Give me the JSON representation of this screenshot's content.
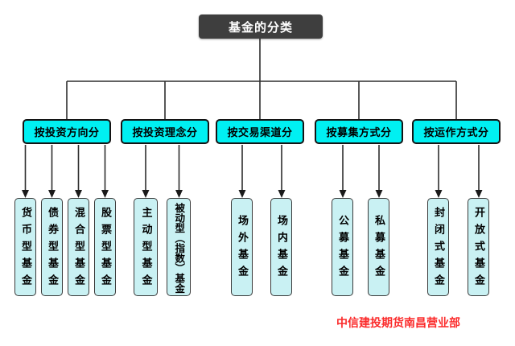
{
  "title": "基金的分类",
  "footer": "中信建投期货南昌营业部",
  "diagram_type": "tree",
  "colors": {
    "root_fill": "#3e3e3e",
    "root_text": "#ffffff",
    "category_fill": "#00f0f2",
    "leaf_fill": "#c9f1f3",
    "border": "#141414",
    "connector_line": "#2e2e2e",
    "watermark_red": "#fb2b2b",
    "background": "#ffffff"
  },
  "groups": [
    {
      "label": "按投资方向分",
      "children": [
        "货币型基金",
        "债券型基金",
        "混合型基金",
        "股票型基金"
      ]
    },
    {
      "label": "按投资理念分",
      "children": [
        "主动型基金",
        "被动型（指数）基金"
      ]
    },
    {
      "label": "按交易渠道分",
      "children": [
        "场外基金",
        "场内基金"
      ]
    },
    {
      "label": "按募集方式分",
      "children": [
        "公募基金",
        "私募基金"
      ]
    },
    {
      "label": "按运作方式分",
      "children": [
        "封闭式基金",
        "开放式基金"
      ]
    }
  ]
}
